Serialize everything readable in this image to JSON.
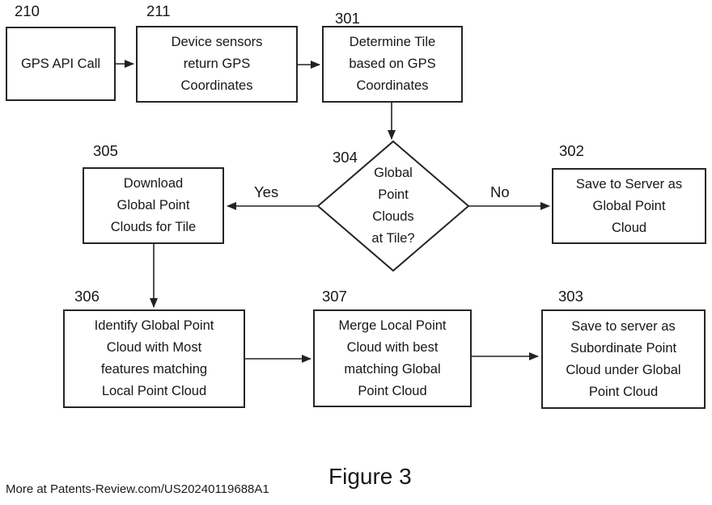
{
  "footer": {
    "caption": "Figure 3",
    "watermark": "More at Patents-Review.com/US20240119688A1"
  },
  "nodes": [
    {
      "ref": "210",
      "shape": "rect",
      "text": "GPS API Call"
    },
    {
      "ref": "211",
      "shape": "rect",
      "text": "Device sensors\nreturn GPS\nCoordinates"
    },
    {
      "ref": "301",
      "shape": "rect",
      "text": "Determine Tile\nbased on GPS\nCoordinates"
    },
    {
      "ref": "304",
      "shape": "diamond",
      "text": "Global\nPoint\nClouds\nat Tile?"
    },
    {
      "ref": "305",
      "shape": "rect",
      "text": "Download\nGlobal Point\nClouds for Tile"
    },
    {
      "ref": "302",
      "shape": "rect",
      "text": "Save to Server as\nGlobal Point\nCloud"
    },
    {
      "ref": "306",
      "shape": "rect",
      "text": "Identify Global Point\nCloud with Most\nfeatures matching\nLocal Point Cloud"
    },
    {
      "ref": "307",
      "shape": "rect",
      "text": "Merge Local Point\nCloud with best\nmatching Global\nPoint Cloud"
    },
    {
      "ref": "303",
      "shape": "rect",
      "text": "Save to server as\nSubordinate Point\nCloud under Global\nPoint Cloud"
    }
  ],
  "edges": [
    {
      "from": "210",
      "to": "211",
      "label": ""
    },
    {
      "from": "211",
      "to": "301",
      "label": ""
    },
    {
      "from": "301",
      "to": "304",
      "label": ""
    },
    {
      "from": "304",
      "to": "305",
      "label": "Yes"
    },
    {
      "from": "304",
      "to": "302",
      "label": "No"
    },
    {
      "from": "305",
      "to": "306",
      "label": ""
    },
    {
      "from": "306",
      "to": "307",
      "label": ""
    },
    {
      "from": "307",
      "to": "303",
      "label": ""
    }
  ],
  "colors": {
    "line": "#222222",
    "background": "#ffffff",
    "text": "#171717"
  }
}
